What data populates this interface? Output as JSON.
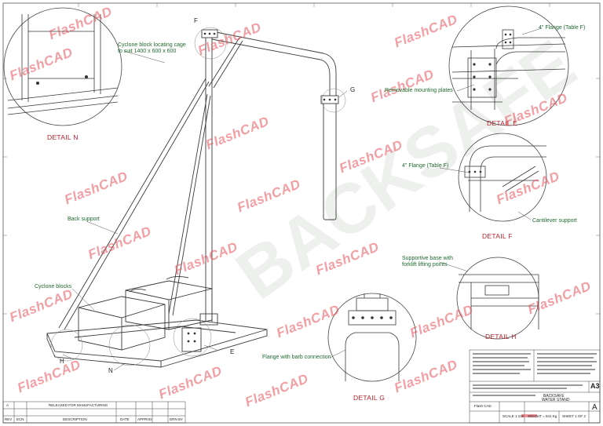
{
  "watermark": {
    "text": "FlashCAD",
    "color": "#e8505a"
  },
  "labels": {
    "ref_f": "F",
    "ref_g": "G",
    "ref_h": "H",
    "ref_n": "N",
    "ref_e": "E",
    "cyclone_cage": "Cyclone block locating cage\nto suit 1400 x 600 x 600",
    "removable_plates": "Removable mounting plates",
    "flange_e": "4\" Flange (Table F)",
    "flange_f": "4\" Flange (Table F)",
    "cantilever": "Cantilever support",
    "back_support": "Back support",
    "cyclone_blocks": "Cyclone blocks",
    "supportive_base": "Supportive base with\nforklift lifting points",
    "flange_barb": "Flange with barb connection"
  },
  "details": {
    "n": "DETAIL N",
    "e": "DETAIL E",
    "f": "DETAIL F",
    "h": "DETAIL H",
    "g": "DETAIL G"
  },
  "title_block": {
    "rev_letter": "A",
    "released": "RELEASED FOR MANUFACTURING",
    "col_rev": "REV",
    "col_ecn": "ECN",
    "col_desc": "DESCRIPTION",
    "col_date": "DATE",
    "col_apprvd": "APPRVD",
    "col_drn": "DRN BY",
    "company": "BACKSAFE",
    "drawing_title": "WATER STAND",
    "sheet_size": "A3",
    "drawn_by": "Flash CAD",
    "scale": "SCALE 1:100",
    "weight": "WEIGHT = 841 Kg",
    "sheet": "SHEET 1 OF 2",
    "rev_box": "A"
  },
  "colors": {
    "line": "#3a3a3a",
    "label": "#1f6b2d",
    "detail": "#b2222b"
  }
}
